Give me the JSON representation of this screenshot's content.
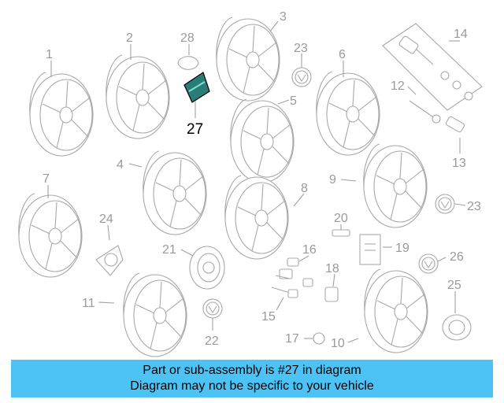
{
  "diagram": {
    "highlighted_part": "27",
    "labels": [
      {
        "id": "p1",
        "text": "1"
      },
      {
        "id": "p2",
        "text": "2"
      },
      {
        "id": "p3",
        "text": "3"
      },
      {
        "id": "p4",
        "text": "4"
      },
      {
        "id": "p5",
        "text": "5"
      },
      {
        "id": "p6",
        "text": "6"
      },
      {
        "id": "p7",
        "text": "7"
      },
      {
        "id": "p8",
        "text": "8"
      },
      {
        "id": "p9",
        "text": "9"
      },
      {
        "id": "p10",
        "text": "10"
      },
      {
        "id": "p11",
        "text": "11"
      },
      {
        "id": "p12",
        "text": "12"
      },
      {
        "id": "p13",
        "text": "13"
      },
      {
        "id": "p14",
        "text": "14"
      },
      {
        "id": "p15",
        "text": "15"
      },
      {
        "id": "p16",
        "text": "16"
      },
      {
        "id": "p17",
        "text": "17"
      },
      {
        "id": "p18",
        "text": "18"
      },
      {
        "id": "p19",
        "text": "19"
      },
      {
        "id": "p20",
        "text": "20"
      },
      {
        "id": "p21",
        "text": "21"
      },
      {
        "id": "p22",
        "text": "22"
      },
      {
        "id": "p23a",
        "text": "23"
      },
      {
        "id": "p23b",
        "text": "23"
      },
      {
        "id": "p24",
        "text": "24"
      },
      {
        "id": "p25",
        "text": "25"
      },
      {
        "id": "p26",
        "text": "26"
      },
      {
        "id": "p27",
        "text": "27"
      },
      {
        "id": "p28",
        "text": "28"
      }
    ]
  },
  "banner": {
    "line1": "Part or sub-assembly is #27 in diagram",
    "line2": "Diagram may not be specific to your vehicle",
    "color": "#4cc3f4"
  }
}
